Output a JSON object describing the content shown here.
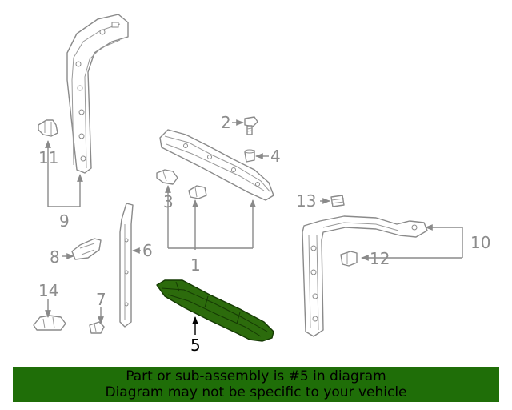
{
  "diagram": {
    "callouts": [
      {
        "id": "1",
        "text": "1"
      },
      {
        "id": "2",
        "text": "2"
      },
      {
        "id": "3",
        "text": "3"
      },
      {
        "id": "4",
        "text": "4"
      },
      {
        "id": "5",
        "text": "5"
      },
      {
        "id": "6",
        "text": "6"
      },
      {
        "id": "7",
        "text": "7"
      },
      {
        "id": "8",
        "text": "8"
      },
      {
        "id": "9",
        "text": "9"
      },
      {
        "id": "10",
        "text": "10"
      },
      {
        "id": "11",
        "text": "11"
      },
      {
        "id": "12",
        "text": "12"
      },
      {
        "id": "13",
        "text": "13"
      },
      {
        "id": "14",
        "text": "14"
      }
    ],
    "highlighted_part": "5",
    "highlight_color": "#2c6b0c"
  },
  "banner": {
    "line1": "Part or sub-assembly is #5 in diagram",
    "line2": "Diagram may not be specific to your vehicle",
    "background": "#1f6e08"
  }
}
